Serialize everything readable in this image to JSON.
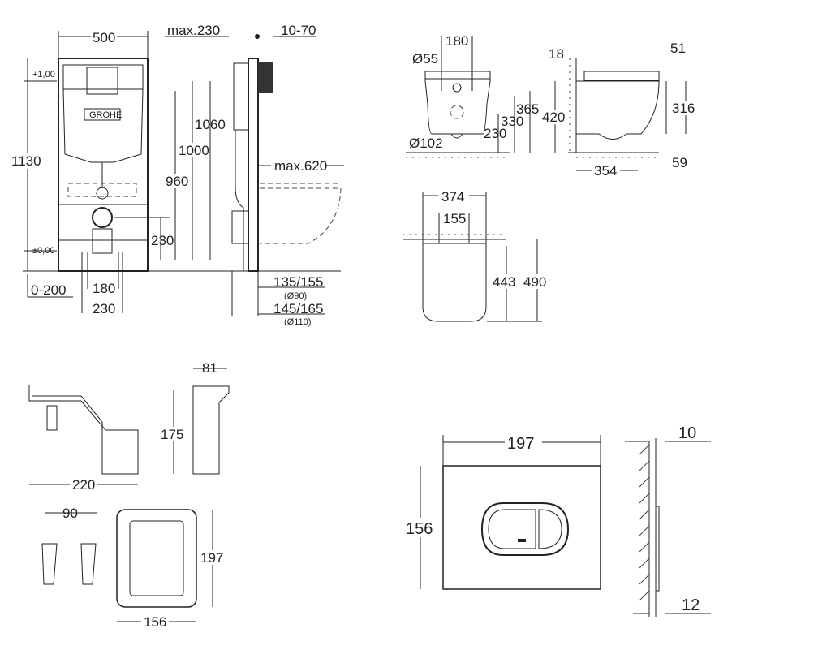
{
  "frame": {
    "logo": "GROHE",
    "width": "500",
    "max_depth": "max.230",
    "wall_adjust": "10-70",
    "level_top": "+1,00",
    "level_zero": "±0,00",
    "height_total": "1130",
    "height_1060": "1060",
    "height_1000": "1000",
    "height_960": "960",
    "height_230": "230",
    "max_projection": "max.620",
    "floor_adjust": "0-200",
    "bolt_180": "180",
    "bolt_230": "230",
    "pipe_90": "135/155",
    "pipe_90_note": "(Ø90)",
    "pipe_110": "145/165",
    "pipe_110_note": "(Ø110)"
  },
  "toilet_front": {
    "bolt_spacing": "180",
    "inlet_diameter": "Ø55",
    "h365": "365",
    "h330": "330",
    "h230": "230",
    "outlet_diameter": "Ø102"
  },
  "toilet_side": {
    "wall_gap": "18",
    "seat_thickness": "51",
    "height": "420",
    "bowl_height": "316",
    "bottom": "59",
    "depth": "354"
  },
  "toilet_top": {
    "width": "374",
    "hinge_spacing": "155",
    "seat_length": "443",
    "total_length": "490"
  },
  "accessories": {
    "bracket_length": "220",
    "box_width": "81",
    "box_height": "175",
    "clip_width": "90",
    "frame_height": "197",
    "frame_width": "156"
  },
  "flush_plate": {
    "width": "197",
    "height": "156",
    "thickness_top": "10",
    "thickness_bottom": "12"
  }
}
